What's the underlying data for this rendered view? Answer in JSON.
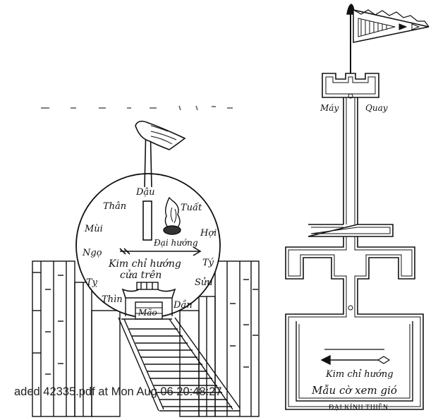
{
  "left_figure": {
    "directions": {
      "dau": "Dậu",
      "tuat": "Tuất",
      "than": "Thân",
      "hoi": "Hợi",
      "mui": "Mùi",
      "ngo": "Ngọ",
      "ty_right": "Tý",
      "suu": "Sửu",
      "ty_left": "Tỵ",
      "thin": "Thìn",
      "dan": "Dần",
      "mao": "Mão"
    },
    "dai_huong": "Đại hướng",
    "kim_chi_huong_line1": "Kim chỉ hướng",
    "kim_chi_huong_line2": "cửa trên"
  },
  "right_figure": {
    "may_label": "Máy",
    "quay_label": "Quay",
    "needle_label": "Kim chỉ hướng",
    "caption": "Mẫu cờ xem gió",
    "subcaption": "ĐẠI KÍNH THIÊN"
  },
  "overlay_stamp": "aded 42335.pdf at Mon Aug 06 20:48:27"
}
